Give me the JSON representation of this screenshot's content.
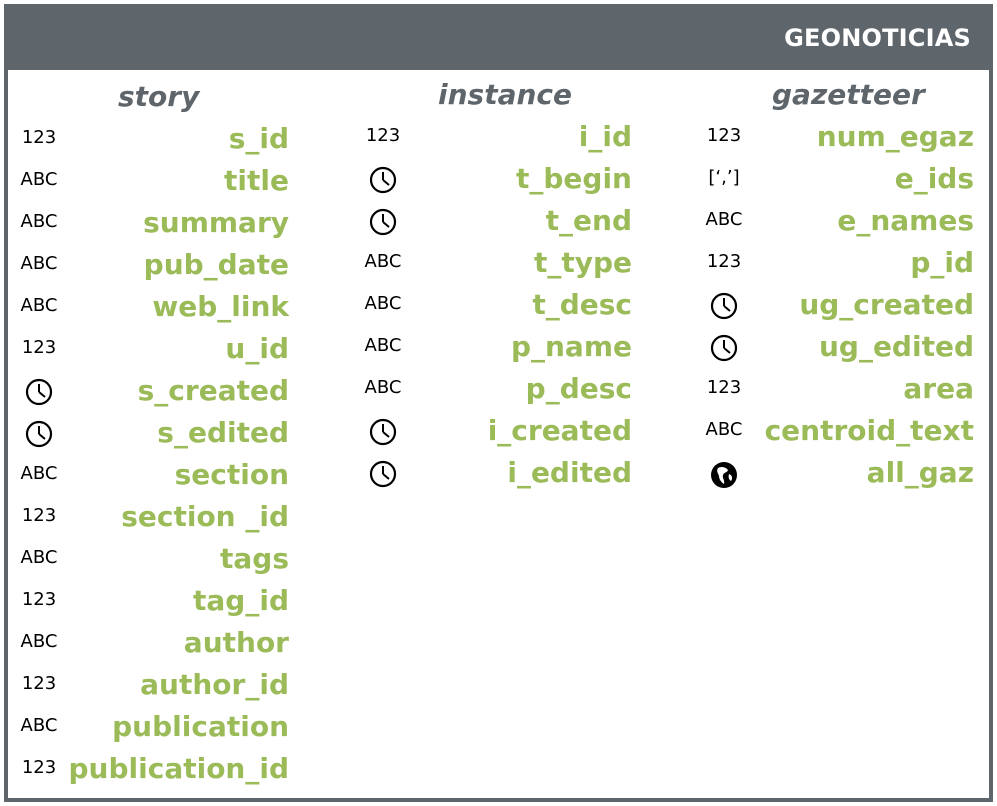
{
  "header": {
    "title": "GEONOTICIAS"
  },
  "colors": {
    "header_bg": "#5e666c",
    "field_text": "#9bbb59",
    "column_title": "#5e666c"
  },
  "columns": [
    {
      "title": "story",
      "fields": [
        {
          "type": "123",
          "name": "s_id"
        },
        {
          "type": "ABC",
          "name": "title"
        },
        {
          "type": "ABC",
          "name": "summary"
        },
        {
          "type": "ABC",
          "name": "pub_date"
        },
        {
          "type": "ABC",
          "name": "web_link"
        },
        {
          "type": "123",
          "name": "u_id"
        },
        {
          "type": "clock-icon",
          "name": "s_created"
        },
        {
          "type": "clock-icon",
          "name": "s_edited"
        },
        {
          "type": "ABC",
          "name": "section"
        },
        {
          "type": "123",
          "name": "section _id"
        },
        {
          "type": "ABC",
          "name": "tags"
        },
        {
          "type": "123",
          "name": "tag_id"
        },
        {
          "type": "ABC",
          "name": "author"
        },
        {
          "type": "123",
          "name": "author_id"
        },
        {
          "type": "ABC",
          "name": "publication"
        },
        {
          "type": "123",
          "name": "publication_id"
        }
      ]
    },
    {
      "title": "instance",
      "fields": [
        {
          "type": "123",
          "name": "i_id"
        },
        {
          "type": "clock-icon",
          "name": "t_begin"
        },
        {
          "type": "clock-icon",
          "name": "t_end"
        },
        {
          "type": "ABC",
          "name": "t_type"
        },
        {
          "type": "ABC",
          "name": "t_desc"
        },
        {
          "type": "ABC",
          "name": "p_name"
        },
        {
          "type": "ABC",
          "name": "p_desc"
        },
        {
          "type": "clock-icon",
          "name": "i_created"
        },
        {
          "type": "clock-icon",
          "name": "i_edited"
        }
      ]
    },
    {
      "title": "gazetteer",
      "fields": [
        {
          "type": "123",
          "name": "num_egaz"
        },
        {
          "type": "[‘,’]",
          "name": "e_ids"
        },
        {
          "type": "ABC",
          "name": "e_names"
        },
        {
          "type": "123",
          "name": "p_id"
        },
        {
          "type": "clock-icon",
          "name": "ug_created"
        },
        {
          "type": "clock-icon",
          "name": "ug_edited"
        },
        {
          "type": "123",
          "name": "area"
        },
        {
          "type": "ABC",
          "name": "centroid_text"
        },
        {
          "type": "globe-icon",
          "name": "all_gaz"
        }
      ]
    }
  ]
}
